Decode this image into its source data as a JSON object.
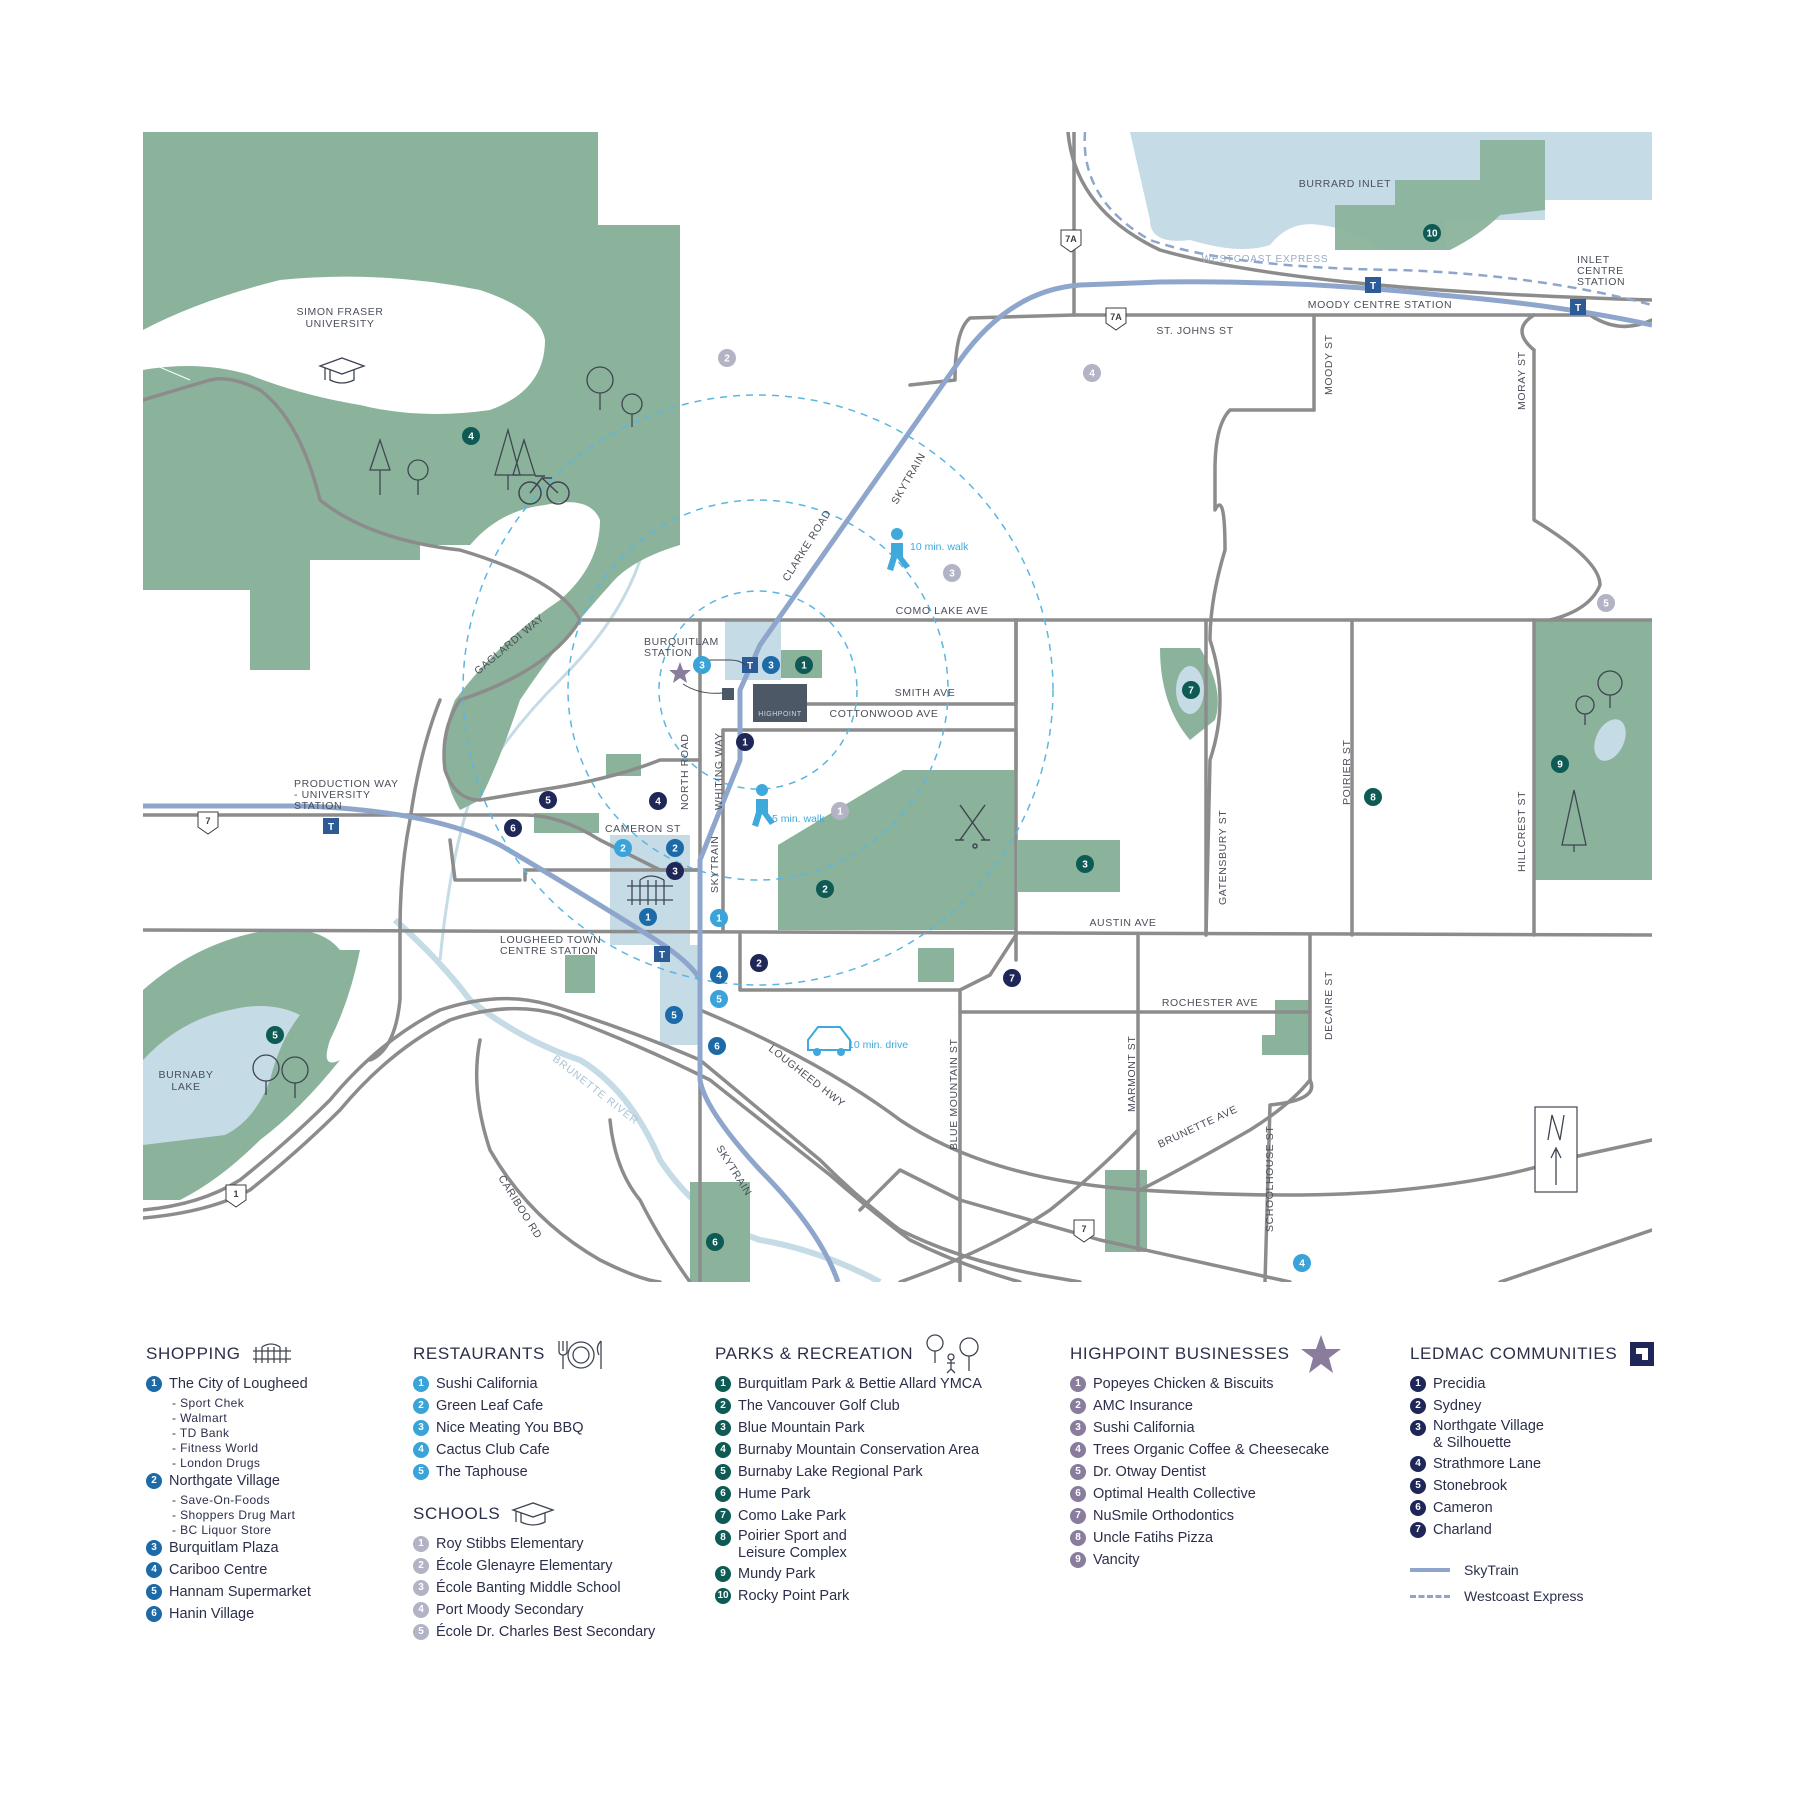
{
  "map": {
    "place_labels": {
      "burrard_inlet": "BURRARD INLET",
      "westcoast_express": "WESTCOAST EXPRESS",
      "sfu": [
        "SIMON FRASER",
        "UNIVERSITY"
      ],
      "burnaby_lake": [
        "BURNABY",
        "LAKE"
      ],
      "brunette_river": "BRUNETTE RIVER",
      "highpoint": "HIGHPOINT"
    },
    "stations": {
      "moody_centre": "MOODY CENTRE STATION",
      "inlet_centre": [
        "INLET",
        "CENTRE",
        "STATION"
      ],
      "burquitlam": [
        "BURQUITLAM",
        "STATION"
      ],
      "production_way": [
        "PRODUCTION WAY",
        "- UNIVERSITY",
        "STATION"
      ],
      "lougheed": [
        "LOUGHEED TOWN",
        "CENTRE STATION"
      ]
    },
    "streets": {
      "st_johns": "ST. JOHNS ST",
      "moody": "MOODY ST",
      "moray": "MORAY ST",
      "skytrain_n": "SKYTRAIN",
      "clarke": "CLARKE ROAD",
      "como_lake": "COMO LAKE AVE",
      "smith": "SMITH AVE",
      "cottonwood": "COTTONWOOD AVE",
      "gaglardi": "GAGLARDI WAY",
      "north_road": "NORTH ROAD",
      "whiting": "WHITING WAY",
      "cameron": "CAMERON ST",
      "skytrain_mid": "SKYTRAIN",
      "gatensbury": "GATENSBURY ST",
      "poirier": "POIRIER ST",
      "hillcrest": "HILLCREST ST",
      "austin": "AUSTIN AVE",
      "rochester": "ROCHESTER AVE",
      "decaire": "DECAIRE ST",
      "blue_mountain": "BLUE MOUNTAIN ST",
      "marmont": "MARMONT ST",
      "brunette_ave": "BRUNETTE AVE",
      "schoolhouse": "SCHOOLHOUSE ST",
      "lougheed_hwy": "LOUGHEED HWY",
      "cariboo": "CARIBOO RD",
      "skytrain_s": "SKYTRAIN"
    },
    "highways": {
      "h7a": "7A",
      "h7": "7",
      "h1": "1"
    },
    "walk_labels": {
      "ten_min": "10 min. walk",
      "five_min": "5 min. walk",
      "drive": "10 min. drive"
    },
    "station_icon": "T",
    "north_arrow": "N"
  },
  "colors": {
    "park": "#8bb39b",
    "water": "#c5dbe6",
    "road": "#8c8c8c",
    "skytrain": "#8ea6cc",
    "shopping": "#1c6aa8",
    "restaurants": "#3aa3d8",
    "schools": "#b3b3c6",
    "parks": "#0e5a54",
    "highpoint_businesses": "#8a7c9c",
    "ledmac": "#1f2758",
    "star": "#8a7c9c"
  },
  "legend": {
    "shopping": {
      "title": "SHOPPING",
      "icon": "shopping-fence-icon",
      "items": [
        {
          "n": "1",
          "label": "The City of Lougheed",
          "subs": [
            "- Sport Chek",
            "- Walmart",
            "- TD Bank",
            "- Fitness World",
            "- London Drugs"
          ]
        },
        {
          "n": "2",
          "label": "Northgate Village",
          "subs": [
            "- Save-On-Foods",
            "- Shoppers Drug Mart",
            "- BC Liquor Store"
          ]
        },
        {
          "n": "3",
          "label": "Burquitlam Plaza",
          "subs": []
        },
        {
          "n": "4",
          "label": "Cariboo Centre",
          "subs": []
        },
        {
          "n": "5",
          "label": "Hannam Supermarket",
          "subs": []
        },
        {
          "n": "6",
          "label": "Hanin Village",
          "subs": []
        }
      ]
    },
    "restaurants": {
      "title": "RESTAURANTS",
      "icon": "plate-cutlery-icon",
      "items": [
        {
          "n": "1",
          "label": "Sushi California"
        },
        {
          "n": "2",
          "label": "Green Leaf Cafe"
        },
        {
          "n": "3",
          "label": "Nice Meating You BBQ"
        },
        {
          "n": "4",
          "label": "Cactus Club Cafe"
        },
        {
          "n": "5",
          "label": "The Taphouse"
        }
      ]
    },
    "schools": {
      "title": "SCHOOLS",
      "icon": "graduation-cap-icon",
      "items": [
        {
          "n": "1",
          "label": "Roy Stibbs Elementary"
        },
        {
          "n": "2",
          "label": "École Glenayre Elementary"
        },
        {
          "n": "3",
          "label": "École Banting Middle School"
        },
        {
          "n": "4",
          "label": "Port Moody Secondary"
        },
        {
          "n": "5",
          "label": "École Dr. Charles Best Secondary"
        }
      ]
    },
    "parks": {
      "title": "PARKS & RECREATION",
      "icon": "trees-walker-icon",
      "items": [
        {
          "n": "1",
          "label": "Burquitlam Park & Bettie Allard YMCA"
        },
        {
          "n": "2",
          "label": "The Vancouver Golf Club"
        },
        {
          "n": "3",
          "label": "Blue Mountain Park"
        },
        {
          "n": "4",
          "label": "Burnaby Mountain Conservation Area"
        },
        {
          "n": "5",
          "label": "Burnaby Lake Regional Park"
        },
        {
          "n": "6",
          "label": "Hume Park"
        },
        {
          "n": "7",
          "label": "Como Lake Park"
        },
        {
          "n": "8",
          "label": "Poirier Sport and",
          "label2": "Leisure Complex"
        },
        {
          "n": "9",
          "label": "Mundy Park"
        },
        {
          "n": "10",
          "label": "Rocky Point Park"
        }
      ]
    },
    "businesses": {
      "title": "HIGHPOINT BUSINESSES",
      "icon": "star-icon",
      "items": [
        {
          "n": "1",
          "label": "Popeyes Chicken & Biscuits"
        },
        {
          "n": "2",
          "label": "AMC Insurance"
        },
        {
          "n": "3",
          "label": "Sushi California"
        },
        {
          "n": "4",
          "label": "Trees Organic Coffee & Cheesecake"
        },
        {
          "n": "5",
          "label": "Dr. Otway Dentist"
        },
        {
          "n": "6",
          "label": "Optimal Health Collective"
        },
        {
          "n": "7",
          "label": "NuSmile Orthodontics"
        },
        {
          "n": "8",
          "label": "Uncle Fatihs Pizza"
        },
        {
          "n": "9",
          "label": "Vancity"
        }
      ]
    },
    "ledmac": {
      "title": "LEDMAC COMMUNITIES",
      "icon": "ledmac-logo-icon",
      "items": [
        {
          "n": "1",
          "label": "Precidia"
        },
        {
          "n": "2",
          "label": "Sydney"
        },
        {
          "n": "3",
          "label": "Northgate Village",
          "label2": "& Silhouette"
        },
        {
          "n": "4",
          "label": "Strathmore Lane"
        },
        {
          "n": "5",
          "label": "Stonebrook"
        },
        {
          "n": "6",
          "label": "Cameron"
        },
        {
          "n": "7",
          "label": "Charland"
        }
      ],
      "key": {
        "skytrain": "SkyTrain",
        "westcoast": "Westcoast Express"
      }
    }
  }
}
